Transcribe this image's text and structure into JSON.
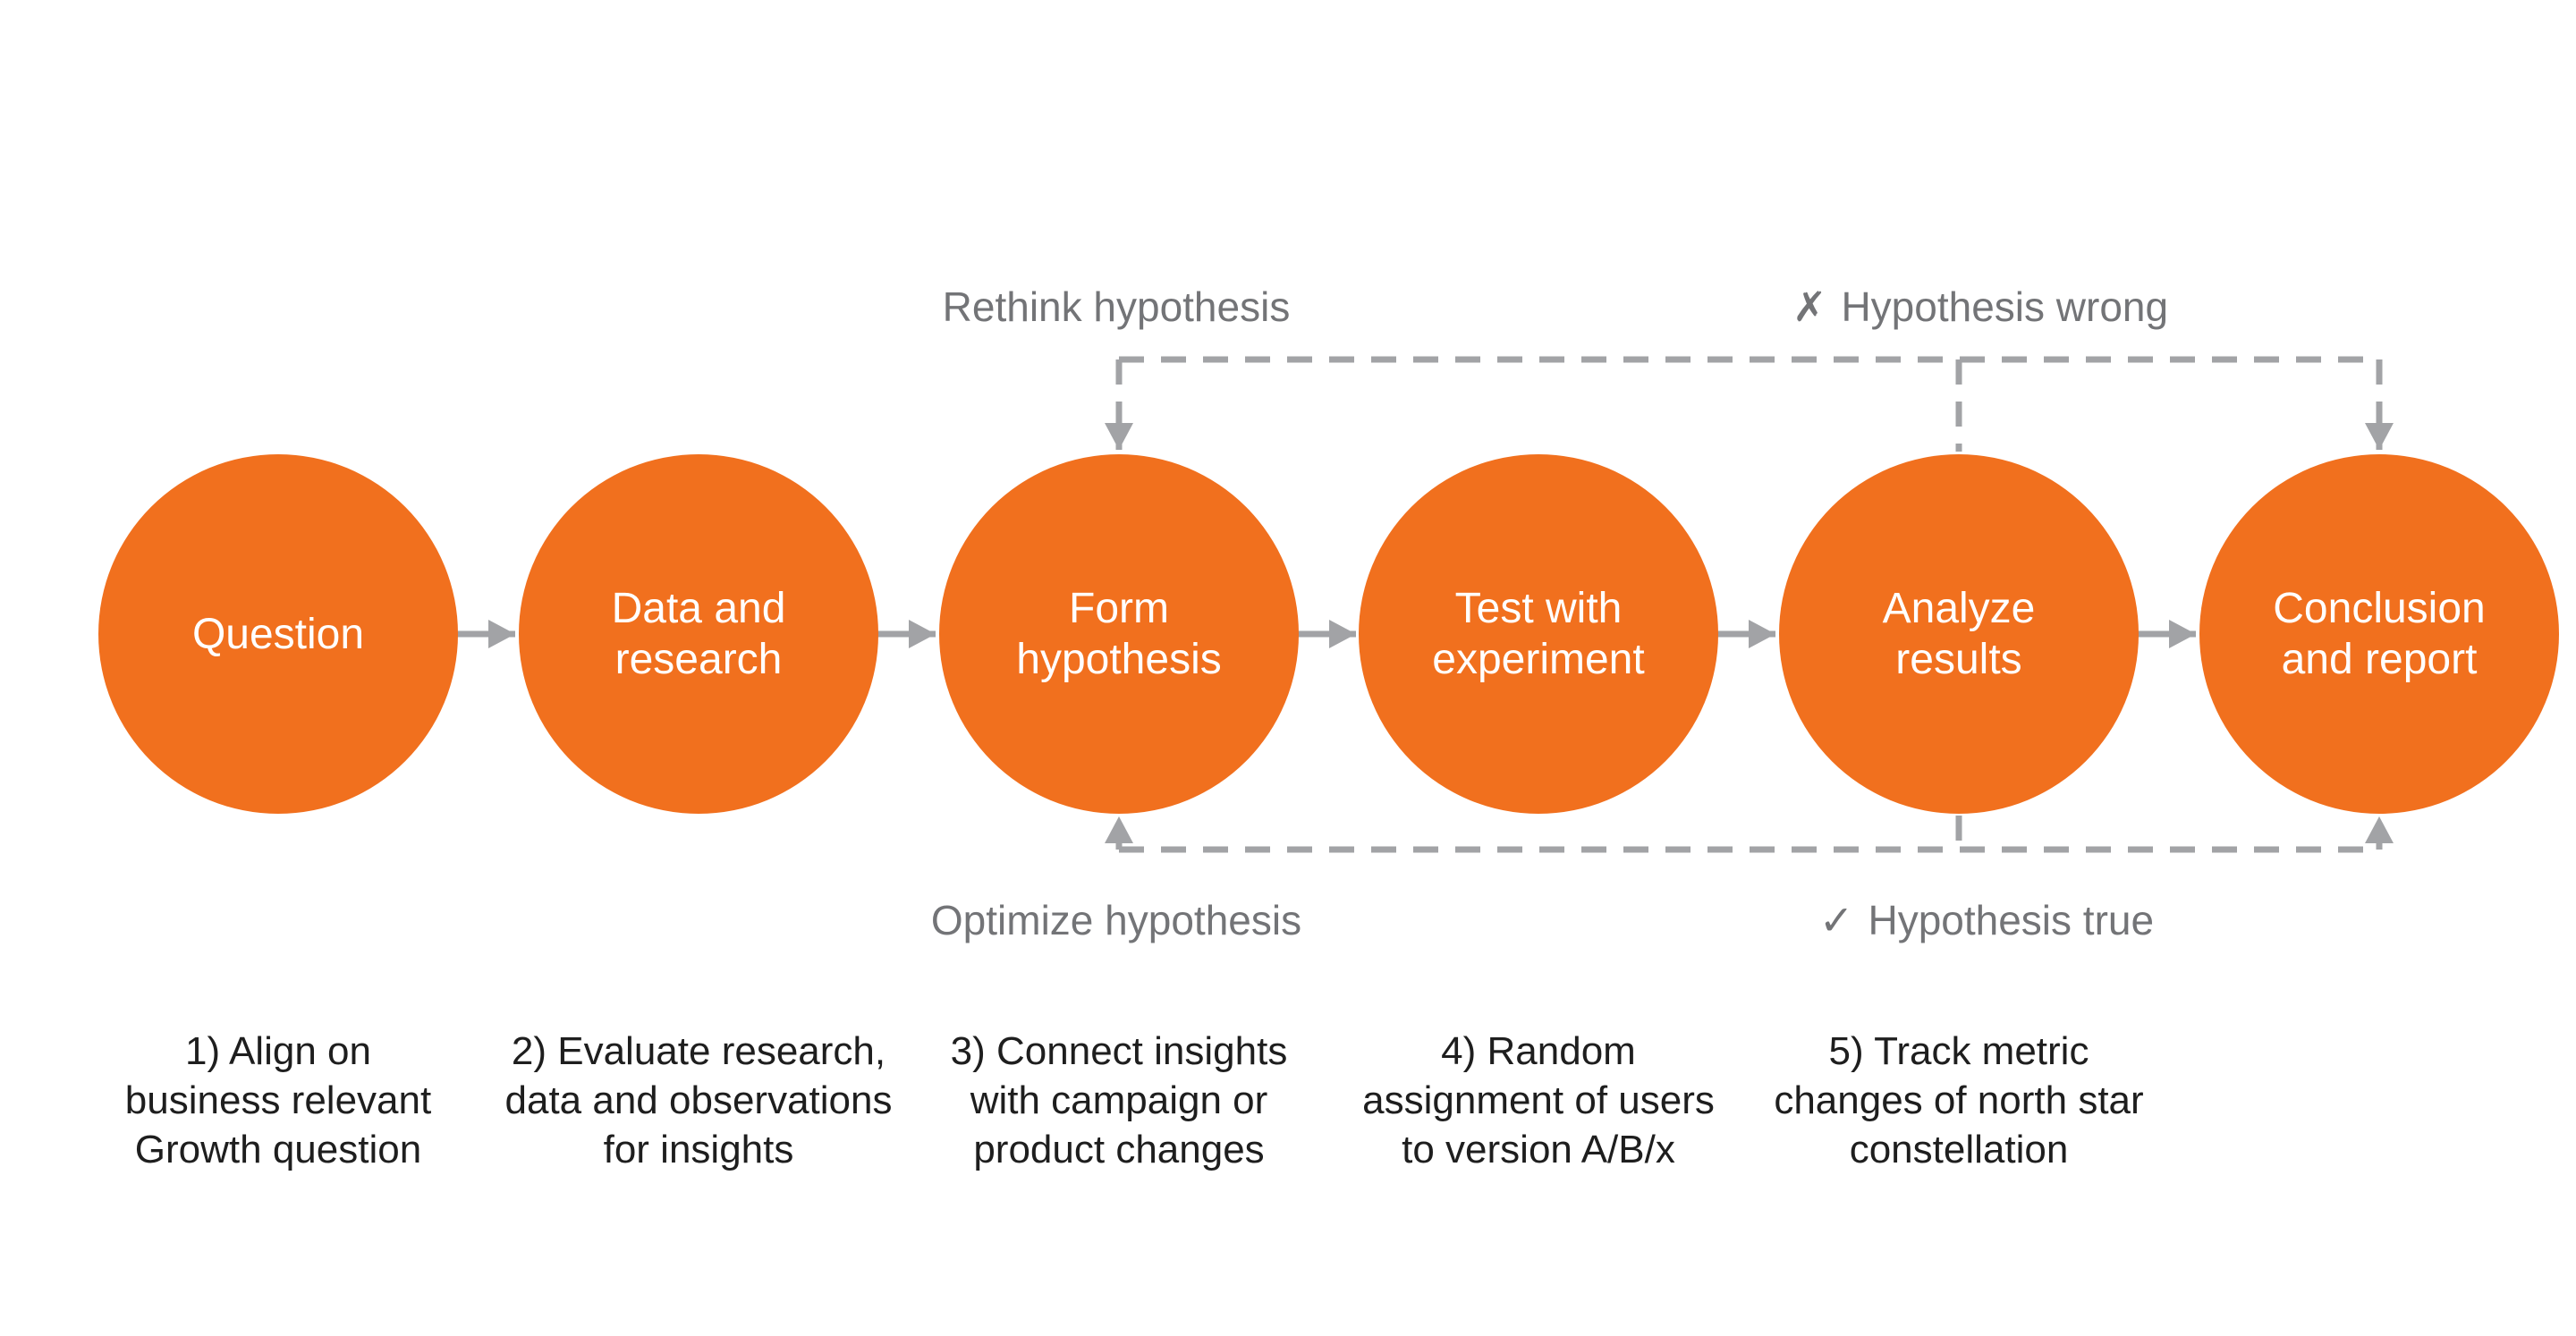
{
  "colors": {
    "step_fill": "#f1701e",
    "step_text": "#ffffff",
    "connector_gray": "#a2a3a6",
    "feedback_label_gray": "#737477",
    "description_text": "#1e1e1e"
  },
  "steps": [
    {
      "label": "Question",
      "description": "1) Align on\nbusiness relevant\nGrowth question"
    },
    {
      "label": "Data and\nresearch",
      "description": "2) Evaluate research,\ndata and observations\nfor insights"
    },
    {
      "label": "Form\nhypothesis",
      "description": "3) Connect insights\nwith campaign or\nproduct changes"
    },
    {
      "label": "Test with\nexperiment",
      "description": "4) Random\nassignment of users\nto version A/B/x"
    },
    {
      "label": "Analyze\nresults",
      "description": "5) Track metric\nchanges of north star\nconstellation"
    },
    {
      "label": "Conclusion\nand report"
    }
  ],
  "feedback": {
    "rethink": "Rethink hypothesis",
    "wrong_icon": "✗",
    "wrong_text": "Hypothesis wrong",
    "optimize": "Optimize hypothesis",
    "true_icon": "✓",
    "true_text": "Hypothesis true"
  }
}
